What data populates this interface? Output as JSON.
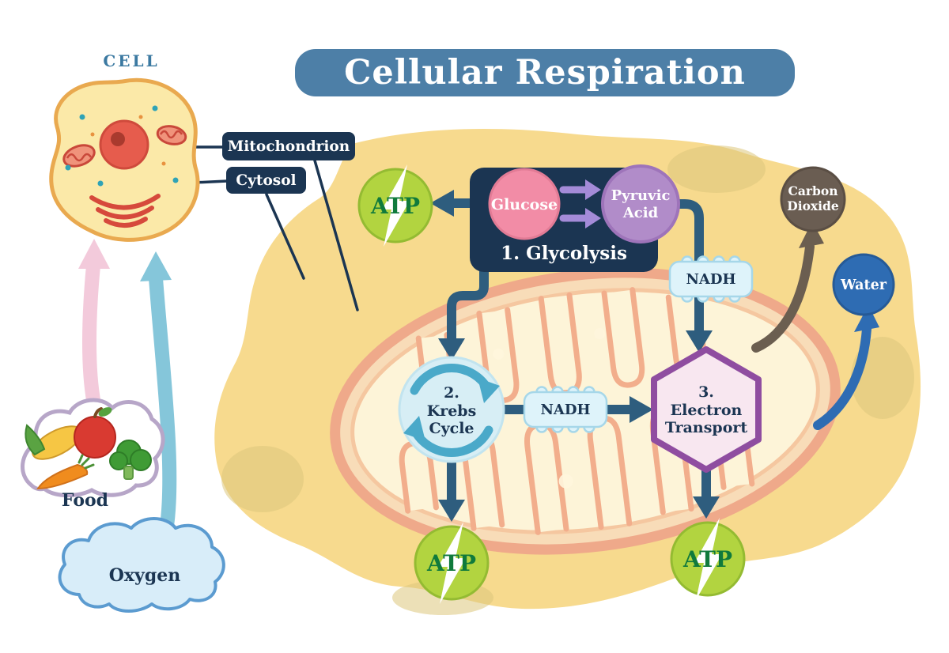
{
  "title": "Cellular Respiration",
  "cell": {
    "label": "CELL",
    "mitochondrion": "Mitochondrion",
    "cytosol": "Cytosol"
  },
  "inputs": {
    "food": "Food",
    "oxygen": "Oxygen"
  },
  "stages": {
    "glycolysis": {
      "title": "1. Glycolysis",
      "substrate": "Glucose",
      "product": "Pyruvic Acid"
    },
    "krebs": {
      "number": "2.",
      "name": "Krebs Cycle"
    },
    "electron_transport": {
      "number": "3.",
      "name": "Electron Transport"
    }
  },
  "molecules": {
    "atp": "ATP",
    "nadh": "NADH",
    "carbon_dioxide": "Carbon Dioxide",
    "water": "Water"
  },
  "colors": {
    "banner_blue": "#4d7fa7",
    "navy": "#1b3552",
    "flow_arrow": "#2e5d7e",
    "atp_green": "#b2d440",
    "atp_text_green": "#107a3c",
    "glucose_pink": "#f28ca6",
    "pyruvic_purple": "#b18cc9",
    "nadh_light_blue": "#def3fa",
    "krebs_light_blue": "#d7eef5",
    "electron_transport_purple": "#8f4da0",
    "carbon_dioxide_brown": "#6a5d52",
    "water_blue": "#2e6cb3",
    "cytosol_yellow": "#f7da8e",
    "mitochondrion_peach": "#efa98a"
  }
}
